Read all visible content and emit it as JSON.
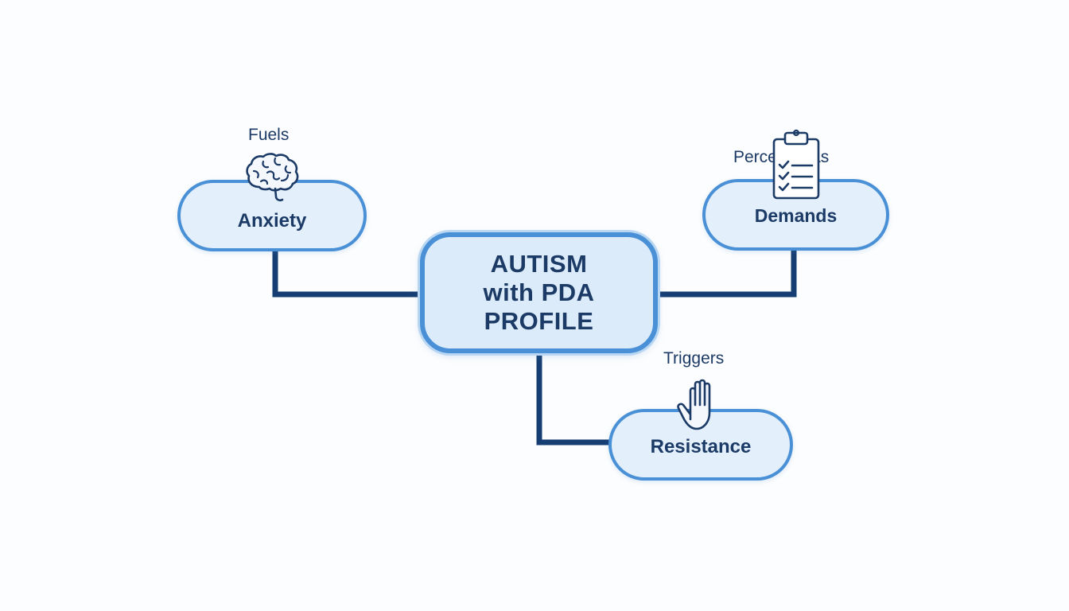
{
  "diagram": {
    "center": {
      "label": "AUTISM\nwith PDA\nPROFILE"
    },
    "nodes": {
      "anxiety": {
        "label": "Anxiety",
        "relation": "Fuels",
        "icon": "brain-icon"
      },
      "demands": {
        "label": "Demands",
        "relation": "Perceives as",
        "icon": "clipboard-icon"
      },
      "resistance": {
        "label": "Resistance",
        "relation": "Triggers",
        "icon": "hand-icon"
      }
    },
    "colors": {
      "node_fill": "#e3effb",
      "node_border": "#4a90d6",
      "text": "#1c3a66",
      "connector": "#163e73"
    }
  }
}
